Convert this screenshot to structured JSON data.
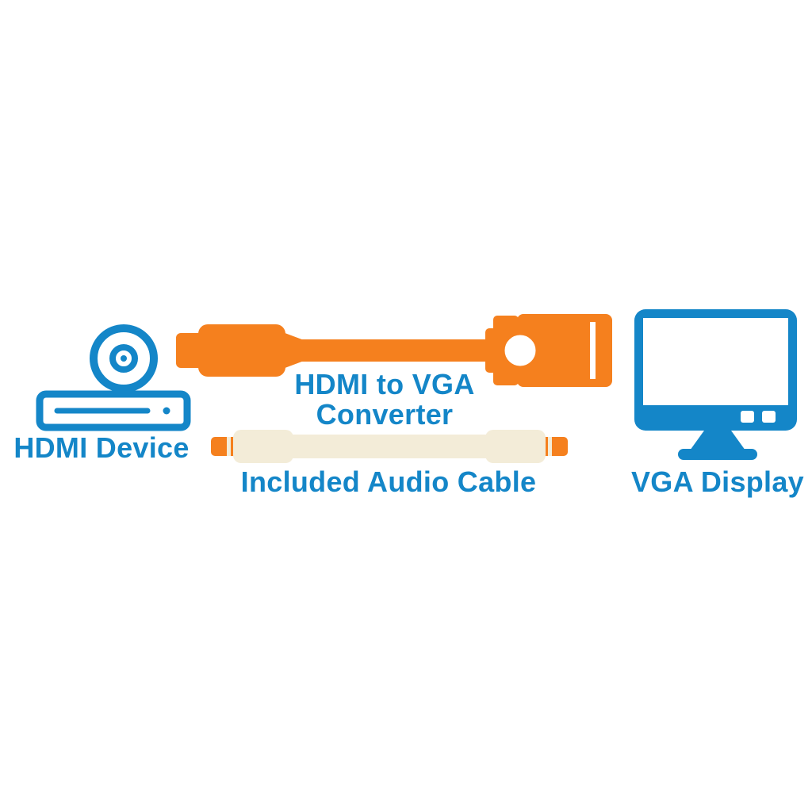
{
  "colors": {
    "blue": "#1486c8",
    "orange": "#f5801e",
    "cream": "#f3ecd8",
    "background": "#ffffff"
  },
  "diagram": {
    "hdmi_device_label": "HDMI Device",
    "converter_label_line1": "HDMI to VGA",
    "converter_label_line2": "Converter",
    "audio_cable_label": "Included Audio Cable",
    "vga_display_label": "VGA Display"
  },
  "icons": [
    {
      "name": "hdmi-device-icon",
      "meaning": "disc player with CD (blue outline)"
    },
    {
      "name": "hdmi-to-vga-cable-icon",
      "meaning": "orange HDMI plug cable into VGA converter with thumbscrew ring"
    },
    {
      "name": "audio-cable-icon",
      "meaning": "3.5mm audio cable with orange plug tips"
    },
    {
      "name": "vga-display-icon",
      "meaning": "blue monitor with stand and two buttons"
    }
  ]
}
